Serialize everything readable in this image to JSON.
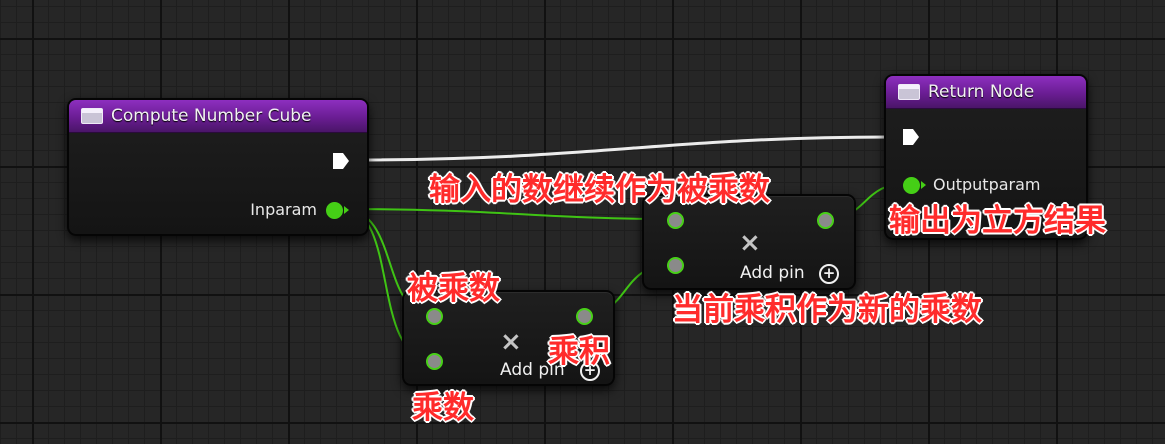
{
  "nodes": {
    "compute": {
      "title": "Compute Number Cube",
      "inparam_label": "Inparam"
    },
    "return": {
      "title": "Return Node",
      "outparam_label": "Outputparam"
    },
    "multiply_first": {
      "operator": "×",
      "add_pin_label": "Add pin",
      "add_pin_icon": "+"
    },
    "multiply_second": {
      "operator": "×",
      "add_pin_label": "Add pin",
      "add_pin_icon": "+"
    }
  },
  "annotations": {
    "input_as_multiplicand": "输入的数继续作为被乘数",
    "output_as_cube": "输出为立方结果",
    "multiplicand": "被乘数",
    "current_product_as_multiplier": "当前乘积作为新的乘数",
    "product": "乘积",
    "multiplier": "乘数"
  },
  "colors": {
    "grid_background": "#262626",
    "node_header": "#7a24a8",
    "data_pin": "#45cf16",
    "exec_pin": "#ffffff",
    "annotation": "#ff2b2b"
  },
  "icons": {
    "node_header": "function-icon",
    "exec": "exec-pin-icon",
    "add": "add-pin-icon"
  }
}
